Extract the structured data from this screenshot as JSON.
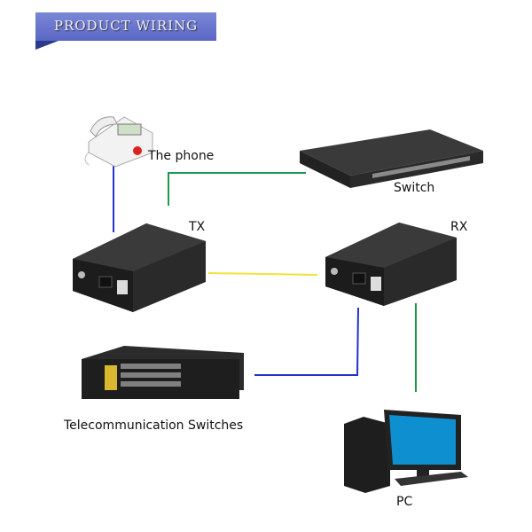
{
  "banner": {
    "title": "PRODUCT WIRING"
  },
  "labels": {
    "phone": "The phone",
    "switch": "Switch",
    "tx": "TX",
    "rx": "RX",
    "telecom": "Telecommunication Switches",
    "pc": "PC"
  },
  "colors": {
    "blue": "#2233cc",
    "green": "#1a9a4a",
    "yellow": "#f2e23a",
    "banner": "#6672cc"
  }
}
